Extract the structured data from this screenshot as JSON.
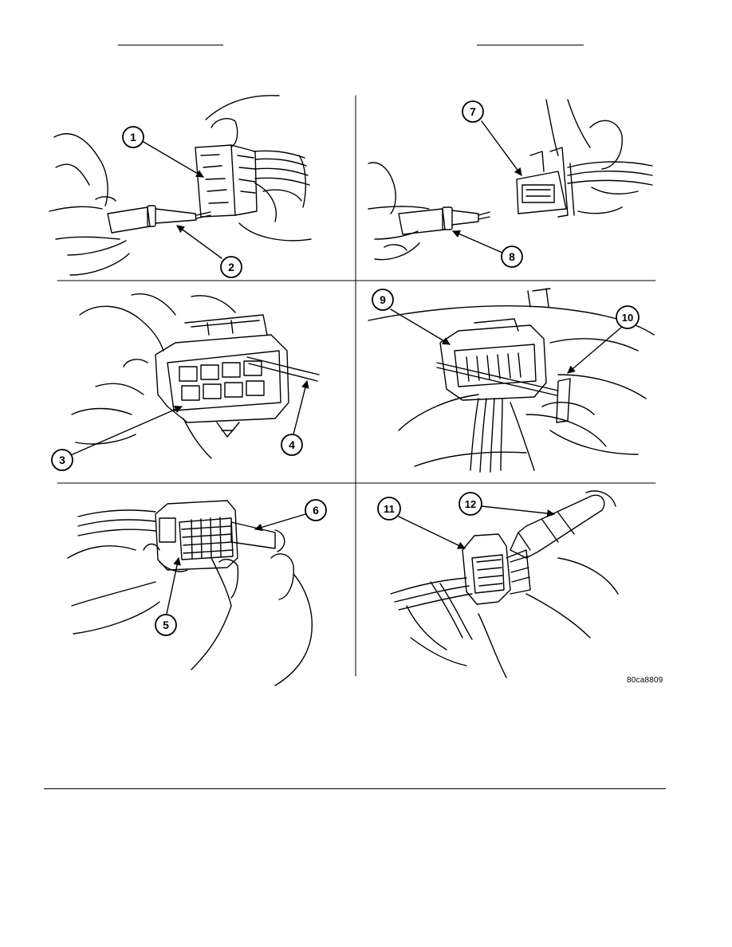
{
  "figure": {
    "code": "80ca8809",
    "callouts": [
      "1",
      "2",
      "3",
      "4",
      "5",
      "6",
      "7",
      "8",
      "9",
      "10",
      "11",
      "12"
    ]
  }
}
